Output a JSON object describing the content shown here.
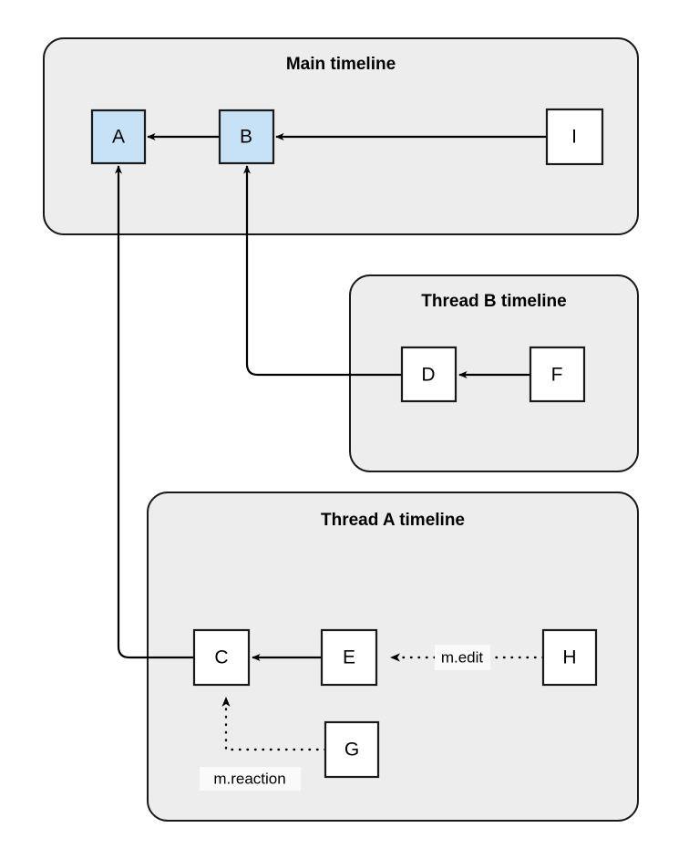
{
  "diagram": {
    "type": "timeline-relationship-diagram",
    "background_color": "#ffffff",
    "group_fill_color": "#ededed",
    "highlight_node_color": "#c7e2f7",
    "plain_node_color": "#ffffff",
    "stroke_color": "#1a1a1a"
  },
  "groups": [
    {
      "id": "main",
      "title": "Main timeline"
    },
    {
      "id": "thread_b",
      "title": "Thread B timeline"
    },
    {
      "id": "thread_a",
      "title": "Thread A timeline"
    }
  ],
  "nodes": [
    {
      "id": "A",
      "label": "A",
      "group": "main",
      "style": "highlight"
    },
    {
      "id": "B",
      "label": "B",
      "group": "main",
      "style": "highlight"
    },
    {
      "id": "I",
      "label": "I",
      "group": "main",
      "style": "plain"
    },
    {
      "id": "D",
      "label": "D",
      "group": "thread_b",
      "style": "plain"
    },
    {
      "id": "F",
      "label": "F",
      "group": "thread_b",
      "style": "plain"
    },
    {
      "id": "C",
      "label": "C",
      "group": "thread_a",
      "style": "plain"
    },
    {
      "id": "E",
      "label": "E",
      "group": "thread_a",
      "style": "plain"
    },
    {
      "id": "H",
      "label": "H",
      "group": "thread_a",
      "style": "plain"
    },
    {
      "id": "G",
      "label": "G",
      "group": "thread_a",
      "style": "plain"
    }
  ],
  "edges": [
    {
      "id": "b-to-a",
      "from": "B",
      "to": "A",
      "style": "solid",
      "label": ""
    },
    {
      "id": "i-to-b",
      "from": "I",
      "to": "B",
      "style": "solid",
      "label": ""
    },
    {
      "id": "f-to-d",
      "from": "F",
      "to": "D",
      "style": "solid",
      "label": ""
    },
    {
      "id": "d-to-b",
      "from": "D",
      "to": "B",
      "style": "solid",
      "label": ""
    },
    {
      "id": "c-to-a",
      "from": "C",
      "to": "A",
      "style": "solid",
      "label": ""
    },
    {
      "id": "e-to-c",
      "from": "E",
      "to": "C",
      "style": "solid",
      "label": ""
    },
    {
      "id": "h-to-e",
      "from": "H",
      "to": "E",
      "style": "dotted",
      "label": "m.edit"
    },
    {
      "id": "g-to-c",
      "from": "G",
      "to": "C",
      "style": "dotted",
      "label": "m.reaction"
    }
  ],
  "edge_labels": {
    "m_edit": "m.edit",
    "m_reaction": "m.reaction"
  }
}
